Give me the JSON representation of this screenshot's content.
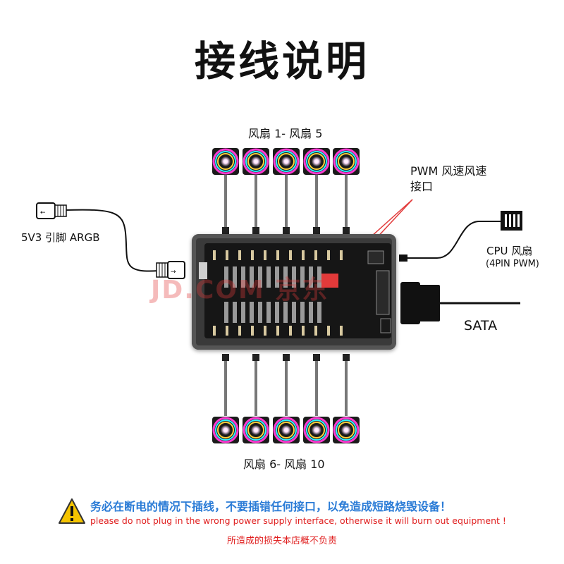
{
  "title": "接线说明",
  "labels": {
    "fans_top": "风扇 1- 风扇 5",
    "fans_bottom": "风扇 6- 风扇 10",
    "argb": "5V3 引脚 ARGB",
    "pwm_line1": "PWM 风速风速",
    "pwm_line2": "接口",
    "cpu_fan": "CPU 风扇",
    "cpu_fan_sub": "(4PIN PWM)",
    "sata": "SATA"
  },
  "watermark": "JD.COM 京东",
  "warning": {
    "cn": "务必在断电的情况下插线，不要插错任何接口，以免造成短路烧毁设备！",
    "en": "please do not plug in the wrong power supply interface, otherwise it will burn out equipment !",
    "icon": "warning-triangle-icon"
  },
  "disclaimer": "所造成的损失本店概不负责",
  "colors": {
    "warning_blue": "#2a7bd6",
    "warning_red": "#e02020",
    "pointer_red": "#e23a3a",
    "icon_yellow": "#f5c400"
  },
  "fans": {
    "top_count": 5,
    "bottom_count": 5
  }
}
